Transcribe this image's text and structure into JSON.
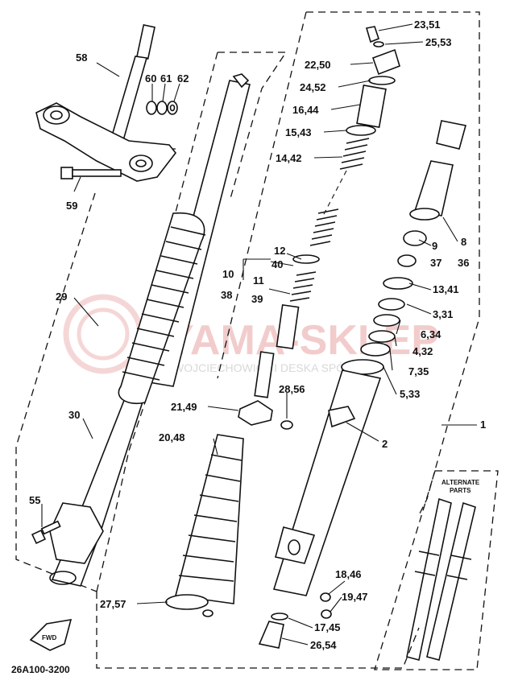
{
  "labels": {
    "l58": "58",
    "l60": "60",
    "l61": "61",
    "l62": "62",
    "l59": "59",
    "l29": "29",
    "l30": "30",
    "l55": "55",
    "l27_57": "27,57",
    "l23_51": "23,51",
    "l25_53": "25,53",
    "l22_50": "22,50",
    "l24_52": "24,52",
    "l16_44": "16,44",
    "l15_43": "15,43",
    "l14_42": "14,42",
    "l12": "12",
    "l40": "40",
    "l10": "10",
    "l38": "38",
    "l11": "11",
    "l39": "39",
    "l21_49": "21,49",
    "l28_56": "28,56",
    "l20_48": "20,48",
    "l9": "9",
    "l37": "37",
    "l8": "8",
    "l36": "36",
    "l13_41": "13,41",
    "l3_31": "3,31",
    "l6_34": "6,34",
    "l4_32": "4,32",
    "l7_35": "7,35",
    "l5_33": "5,33",
    "l1": "1",
    "l2": "2",
    "l18_46": "18,46",
    "l19_47": "19,47",
    "l17_45": "17,45",
    "l26_54": "26,54"
  },
  "fwd_label": "FWD",
  "diagram_code": "26A100-3200",
  "alternate_parts": {
    "line1": "ALTERNATE",
    "line2": "PARTS"
  },
  "watermark": {
    "main": "YAMA-SKLEP",
    "sub": "WOJCIECHOWICZ I DESKA SPÓŁKA"
  }
}
